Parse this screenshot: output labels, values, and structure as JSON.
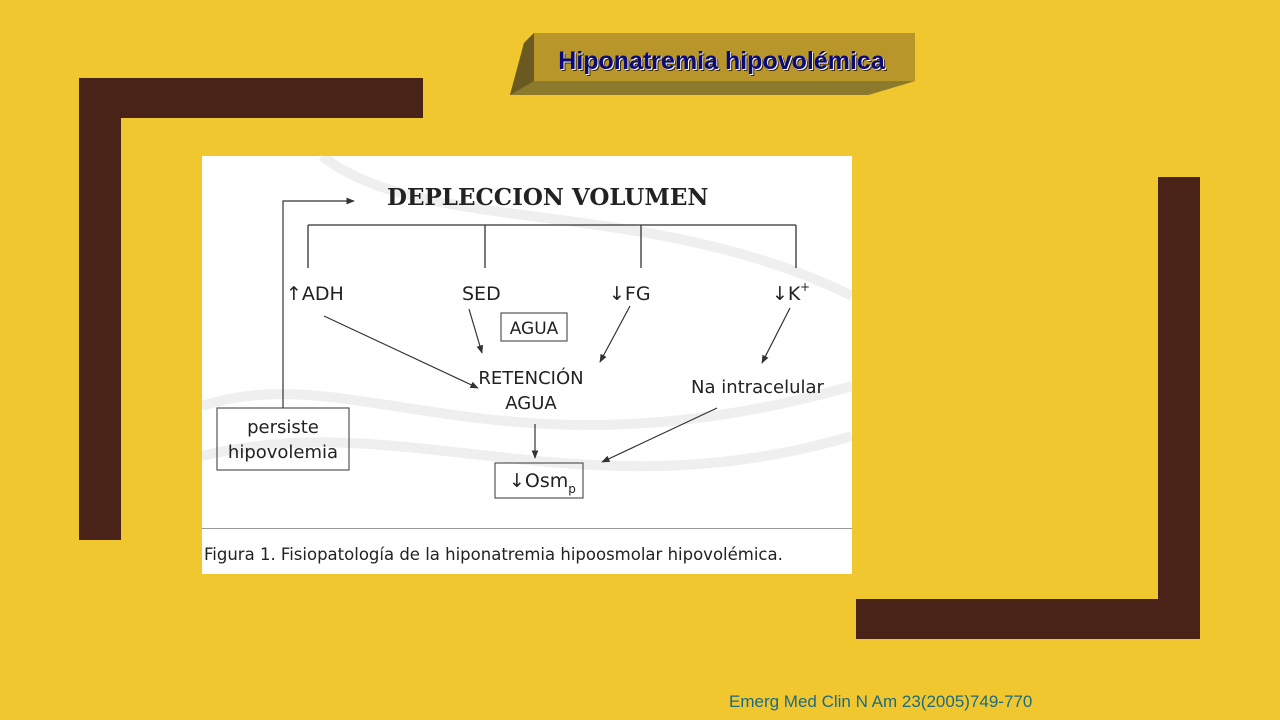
{
  "slide": {
    "title": "Hiponatremia hipovolémica",
    "citation": "Emerg Med Clin N Am 23(2005)749-770"
  },
  "figure": {
    "header": "DEPLECCION VOLUMEN",
    "factors": {
      "adh": "↑ADH",
      "sed": "SED",
      "fg": "↓FG",
      "k": "↓K",
      "k_sup": "+"
    },
    "agua_box": "AGUA",
    "retencion_line1": "RETENCIÓN",
    "retencion_line2": "AGUA",
    "na_intracelular": "Na intracelular",
    "osm_main": "↓Osm",
    "osm_sub": "p",
    "persiste_line1": "persiste",
    "persiste_line2": "hipovolemia",
    "caption": "Figura 1. Fisiopatología de la hiponatremia hipoosmolar hipovolémica."
  },
  "colors": {
    "background": "#F1C72F",
    "bracket": "#4A2318",
    "banner": "#B8962A",
    "title_text": "#0A0A78",
    "citation_text": "#1E6A80"
  }
}
